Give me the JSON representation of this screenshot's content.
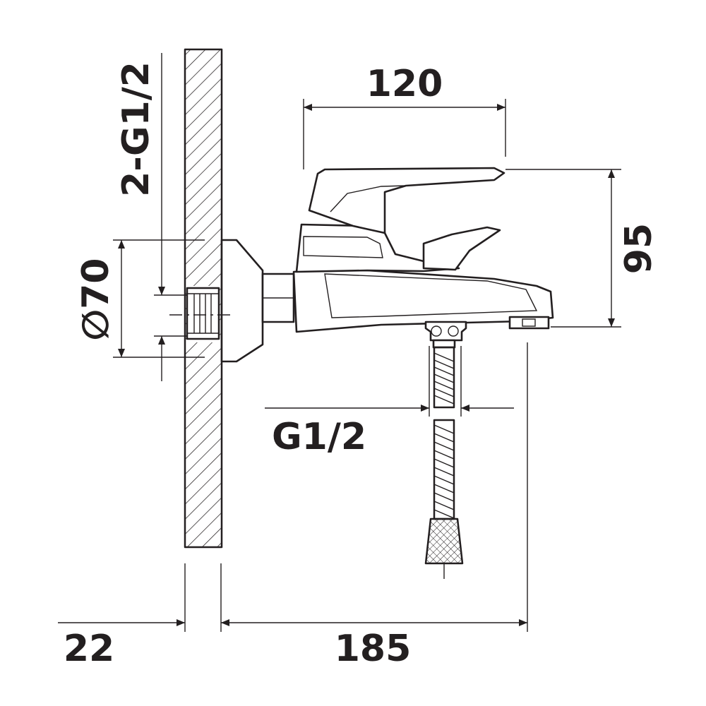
{
  "dimensions": {
    "spout_length": "120",
    "height": "95",
    "inlet_thread": "2-G1/2",
    "escutcheon_diameter": "∅70",
    "hose_thread": "G1/2",
    "wall_offset": "22",
    "projection": "185"
  }
}
